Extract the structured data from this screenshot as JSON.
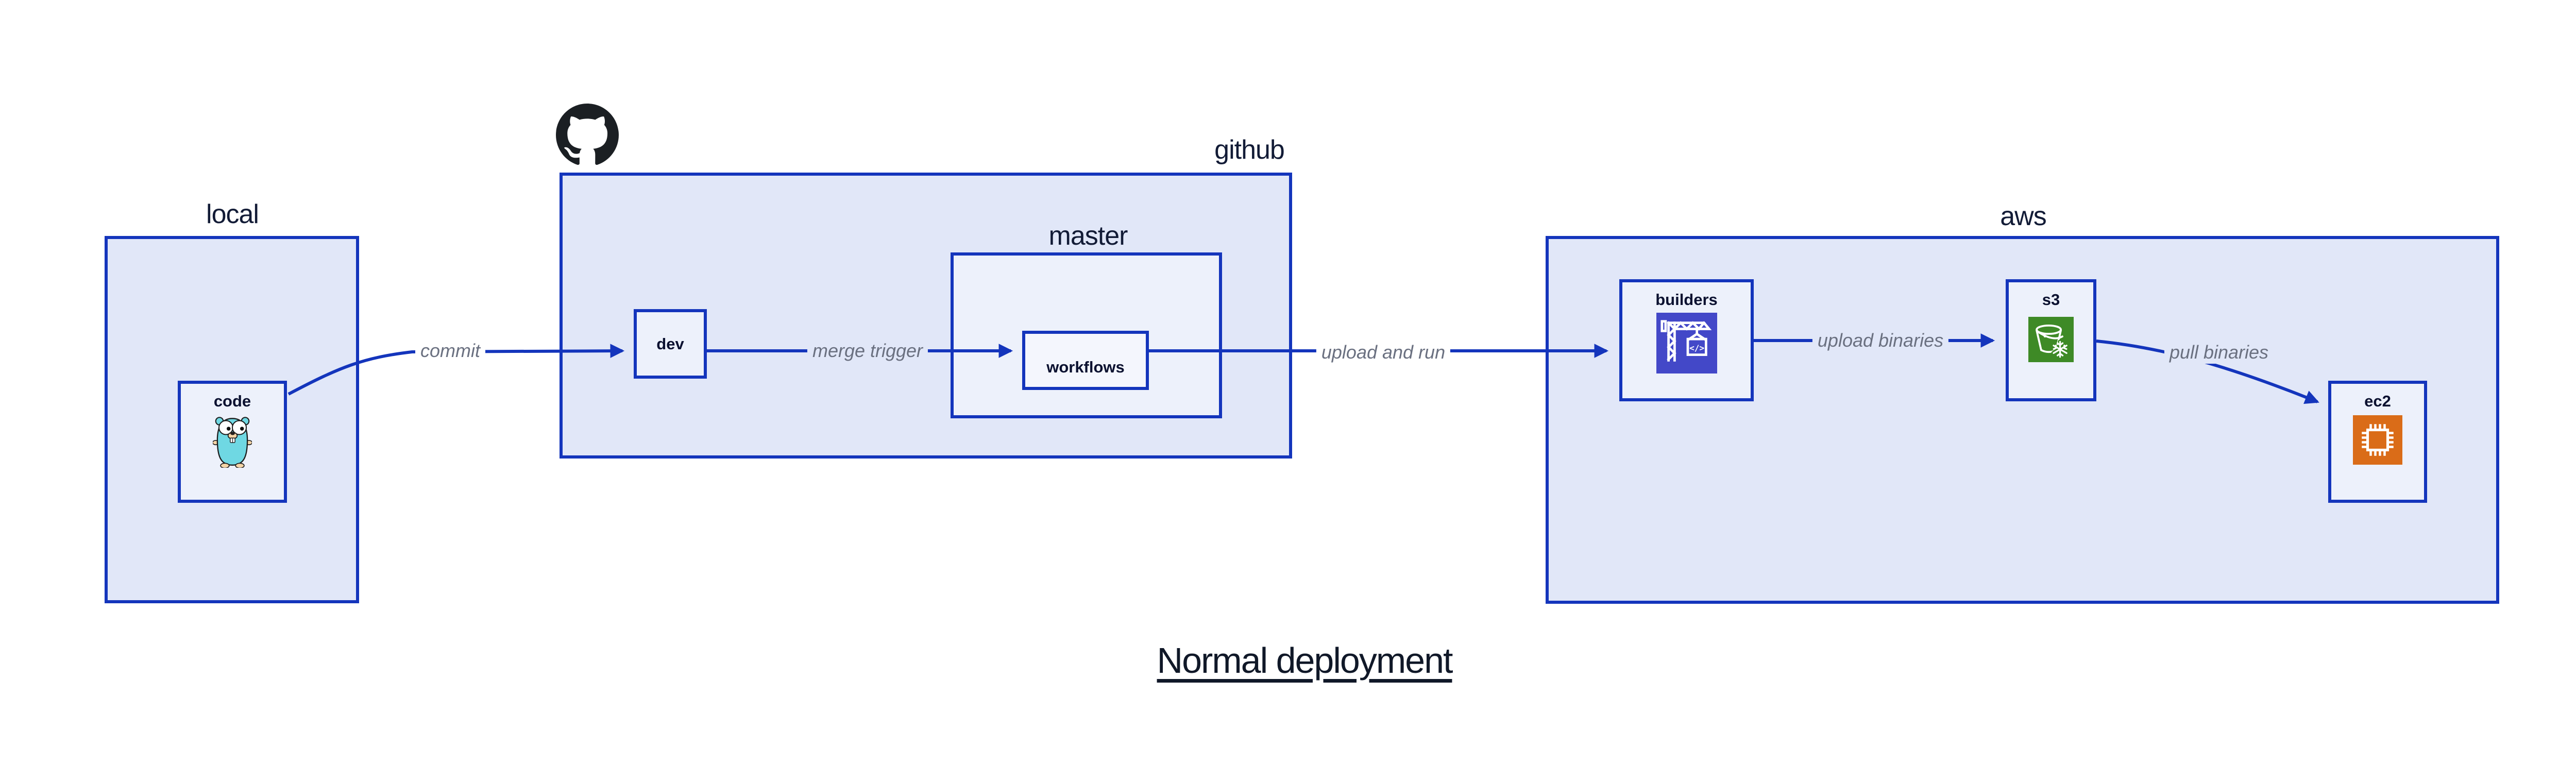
{
  "diagram": {
    "title": "Normal deployment",
    "regions": {
      "local": "local",
      "github": "github",
      "master": "master",
      "aws": "aws"
    },
    "nodes": {
      "code": "code",
      "dev": "dev",
      "workflows": "workflows",
      "builders": "builders",
      "s3": "s3",
      "ec2": "ec2"
    },
    "edges": {
      "commit": "commit",
      "merge_trigger": "merge trigger",
      "upload_and_run": "upload and run",
      "upload_binaries": "upload binaries",
      "pull_binaries": "pull binaries"
    },
    "icons": {
      "octocat": "github-octocat-logo",
      "gopher": "go-gopher-mascot",
      "codebuild": "aws-codebuild-crane-icon",
      "codebuild_glyph": "</>",
      "s3_glacier": "aws-s3-glacier-bucket-icon",
      "ec2_chip": "aws-ec2-chip-icon"
    },
    "colors": {
      "line_blue": "#1435bc",
      "region_fill": "#e1e7f8",
      "node_fill": "#edf1fb",
      "workflows_fill": "#f4f6fd",
      "codebuild_purple": "#4348c8",
      "s3_green": "#3e8a26",
      "ec2_orange": "#da6c18",
      "edge_label_gray": "#6a7080",
      "text_navy": "#121b36",
      "octocat_black": "#1b1f23"
    }
  }
}
